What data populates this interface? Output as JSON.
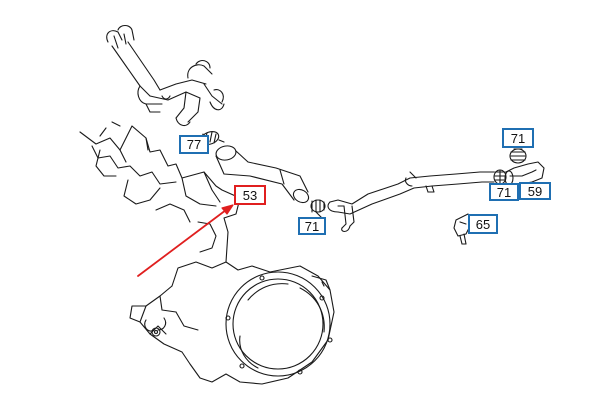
{
  "colors": {
    "callout_border": "#1f6fb2",
    "highlight_border": "#e01f1f",
    "arrow": "#e01f1f",
    "line_art": "#1a1a1a"
  },
  "callouts": {
    "p77": "77",
    "p53": "53",
    "p71_left": "71",
    "p71_top": "71",
    "p71_mid": "71",
    "p59": "59",
    "p65": "65"
  },
  "highlight": {
    "part": "53"
  }
}
